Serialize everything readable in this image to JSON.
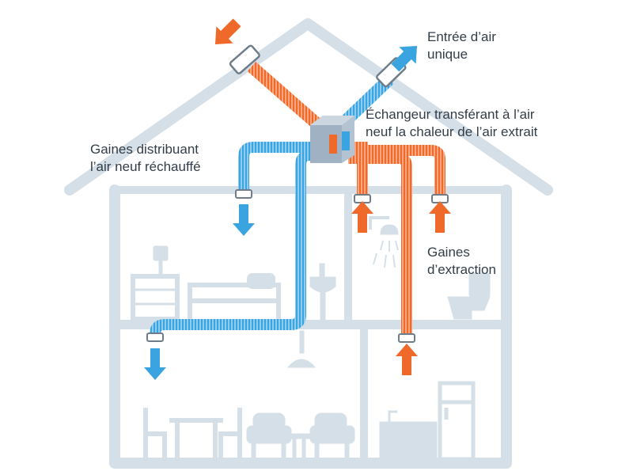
{
  "labels": {
    "air_intake": [
      "Entrée d’air",
      "unique"
    ],
    "exchanger": [
      "Échangeur transférant à l’air",
      "neuf la chaleur de l’air extrait"
    ],
    "supply_ducts": [
      "Gaines distribuant",
      "l’air neuf réchauffé"
    ],
    "extract_ducts": [
      "Gaines",
      "d’extraction"
    ]
  },
  "colors": {
    "house": "#d5dfe7",
    "fresh_air": "#3aa4e0",
    "extract_air": "#ef6a2a",
    "unit": "#b4c3d2",
    "text": "#333d47"
  },
  "icons": [
    "bedside-lamp-icon",
    "nightstand-icon",
    "bed-icon",
    "sink-icon",
    "shower-icon",
    "toilet-icon",
    "dining-table-icon",
    "chair-icon",
    "pendant-lamp-icon",
    "armchair-icon",
    "kitchen-counter-icon",
    "fridge-icon"
  ]
}
